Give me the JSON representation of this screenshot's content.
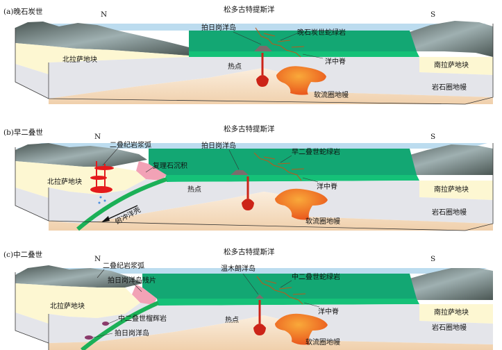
{
  "colors": {
    "sky": "#bcdcef",
    "sea": "#13a773",
    "ocean_band": "#15c178",
    "terrane": "#fdf7d2",
    "lithosphere": "#e4e5ea",
    "asthenosphere": "#f4dcc0",
    "plume": "#e8501a",
    "plume_dark": "#cc2418",
    "ridge_line": "#b85a1c",
    "rock_dark": "#4b5754",
    "rock_light": "#9fb0b1",
    "slab": "#1bb057",
    "island": "#7b6c6c",
    "accretion": "#f2a2b6",
    "arc_magma": "#e41a1c",
    "fluid": "#4a8fe0"
  },
  "panels": [
    {
      "id": "a",
      "title": "(a)晚石炭世",
      "north": "N",
      "south": "S",
      "ocean": "松多古特提斯洋",
      "island": "拍日岗洋岛",
      "ophiolite": "晚石炭世蛇绿岩",
      "ridge": "洋中脊",
      "hotspot": "热点",
      "north_block": "北拉萨地块",
      "south_block": "南拉萨地块",
      "lithosphere": "岩石圈地幔",
      "asthenosphere": "软流圈地幔"
    },
    {
      "id": "b",
      "title": "(b)早二叠世",
      "north": "N",
      "south": "S",
      "ocean": "松多古特提斯洋",
      "island": "拍日岗洋岛",
      "ophiolite": "早二叠世蛇绿岩",
      "ridge": "洋中脊",
      "hotspot": "热点",
      "arc": "二叠纪岩浆弧",
      "accretion": "复理石沉积",
      "north_block": "北拉萨地块",
      "south_block": "南拉萨地块",
      "slab": "俯冲洋壳",
      "lithosphere": "岩石圈地幔",
      "asthenosphere": "软流圈地幔"
    },
    {
      "id": "c",
      "title": "(c)中二叠世",
      "north": "N",
      "south": "S",
      "ocean": "松多古特提斯洋",
      "island": "温木朗洋岛",
      "ophiolite": "中二叠世蛇绿岩",
      "ridge": "洋中脊",
      "hotspot": "热点",
      "arc": "二叠纪岩浆弧",
      "fragment": "拍日岗洋岛残片",
      "eclogite": "中二叠世榴辉岩",
      "old_island": "拍日岗洋岛",
      "north_block": "北拉萨地块",
      "south_block": "南拉萨地块",
      "lithosphere": "岩石圈地幔",
      "asthenosphere": "软流圈地幔"
    }
  ]
}
